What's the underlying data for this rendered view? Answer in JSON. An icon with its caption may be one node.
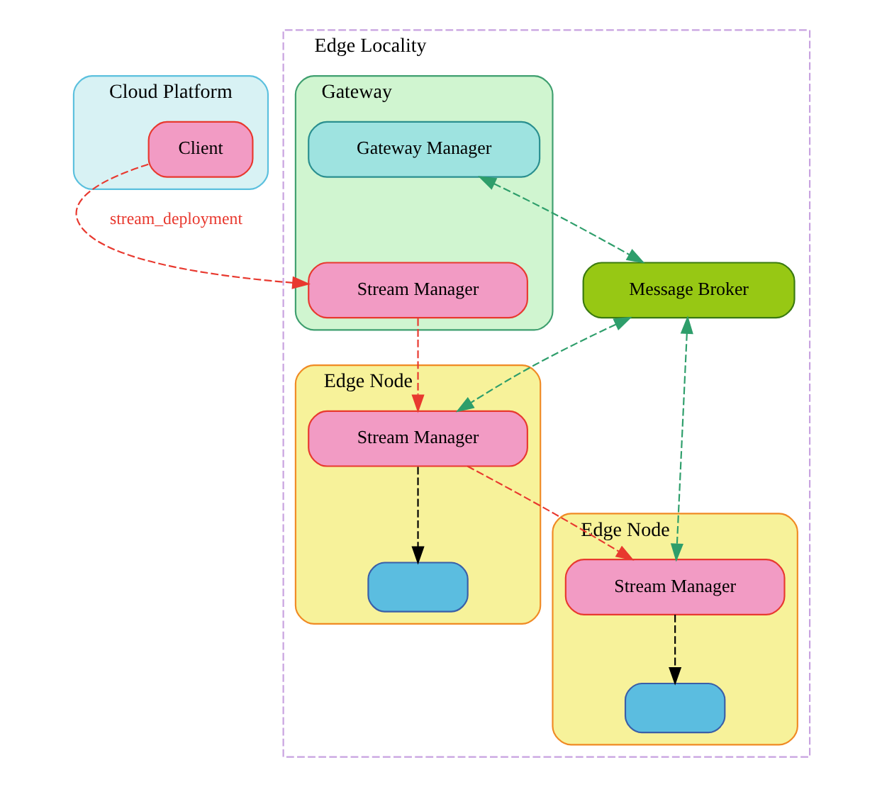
{
  "diagram": {
    "nodes": [
      {
        "text": [
          "Cloud Platform"
        ]
      },
      {
        "text": [
          "Client"
        ],
        "in": 0
      },
      {
        "text": [
          "Edge Locality"
        ]
      },
      {
        "text": [
          "Gateway"
        ],
        "in": 2
      },
      {
        "text": [
          "Stream Manager"
        ],
        "in": 3
      },
      {
        "text": [
          "Gateway Manager"
        ],
        "in": 3
      },
      {
        "text": [
          "Message Broker"
        ],
        "in": 2
      },
      {
        "text": [
          "Edge Node"
        ],
        "in": 2
      },
      {
        "text": [],
        "shape": "box",
        "in": 7
      },
      {
        "text": [
          "Stream Manager"
        ],
        "in": 7
      },
      {
        "text": [
          "Edge Node"
        ],
        "in": 2
      },
      {
        "text": [
          "Stream Manager"
        ],
        "in": 10
      },
      {
        "text": [],
        "shape": "box",
        "in": 10
      }
    ],
    "edges": [
      {
        "from": 1,
        "to": 4,
        "arrow": "to",
        "label": "stream_deployment",
        "style": "dashed",
        "color": "#e8392f"
      },
      {
        "from": 4,
        "to": 9,
        "arrow": "to",
        "style": "dashed",
        "color": "#e8392f"
      },
      {
        "from": 5,
        "to": 6,
        "arrow": "both",
        "style": "dashed",
        "color": "#2e9e6b"
      },
      {
        "from": 6,
        "to": 9,
        "arrow": "both",
        "style": "dashed",
        "color": "#2e9e6b"
      },
      {
        "from": 6,
        "to": 11,
        "arrow": "both",
        "style": "dashed",
        "color": "#2e9e6b"
      },
      {
        "from": 9,
        "to": 8,
        "arrow": "to",
        "style": "dashed",
        "color": "#000000"
      },
      {
        "from": 9,
        "to": 11,
        "arrow": "to",
        "style": "dashed",
        "color": "#e8392f"
      },
      {
        "from": 11,
        "to": 12,
        "arrow": "to",
        "style": "dashed",
        "color": "#000000"
      }
    ]
  }
}
